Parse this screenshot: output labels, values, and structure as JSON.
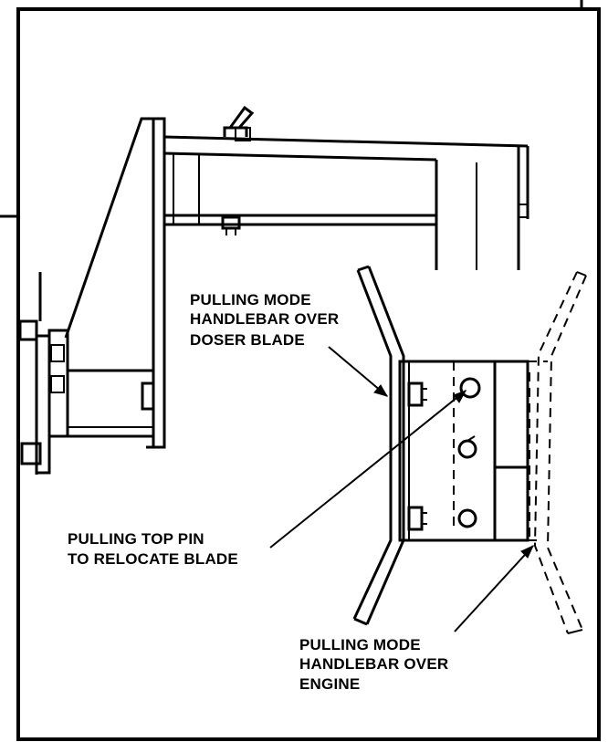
{
  "labels": {
    "doser_line1": "PULLING MODE",
    "doser_line2": "HANDLEBAR OVER",
    "doser_line3": "DOSER BLADE",
    "pin_line1": "PULLING TOP PIN",
    "pin_line2": "TO RELOCATE BLADE",
    "engine_line1": "PULLING MODE",
    "engine_line2": "HANDLEBAR OVER",
    "engine_line3": "ENGINE"
  }
}
